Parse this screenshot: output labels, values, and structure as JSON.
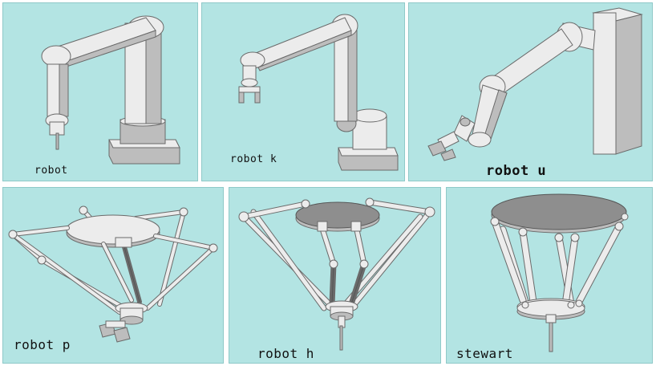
{
  "panels": [
    {
      "id": "robot",
      "label": "robot"
    },
    {
      "id": "robot-k",
      "label": "robot k"
    },
    {
      "id": "robot-u",
      "label": "robot u"
    },
    {
      "id": "robot-p",
      "label": "robot p"
    },
    {
      "id": "robot-h",
      "label": "robot h"
    },
    {
      "id": "stewart",
      "label": "stewart"
    }
  ],
  "colors": {
    "background": "#b3e4e3",
    "robot_body": "#ececec",
    "robot_shade": "#bdbdbd",
    "outline": "#6a6a6a"
  }
}
